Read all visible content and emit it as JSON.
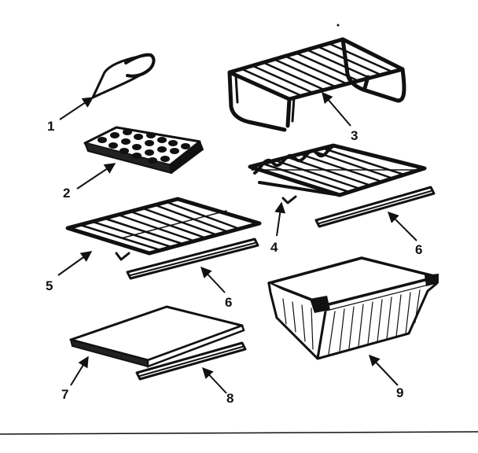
{
  "diagram": {
    "parts": [
      {
        "id": "ice-scoop",
        "callout": "1"
      },
      {
        "id": "ice-cube-tray",
        "callout": "2"
      },
      {
        "id": "wire-shelf-riser",
        "callout": "3"
      },
      {
        "id": "wire-shelf-right",
        "callout": "4"
      },
      {
        "id": "wire-shelf-left",
        "callout": "5"
      },
      {
        "id": "shelf-trim-strip-right",
        "callout": "6"
      },
      {
        "id": "shelf-trim-strip-left",
        "callout": "6"
      },
      {
        "id": "crisper-cover-panel",
        "callout": "7"
      },
      {
        "id": "cover-trim-strip",
        "callout": "8"
      },
      {
        "id": "crisper-drawer-pan",
        "callout": "9"
      }
    ]
  },
  "colors": {
    "ink": "#111111",
    "background": "#ffffff"
  }
}
